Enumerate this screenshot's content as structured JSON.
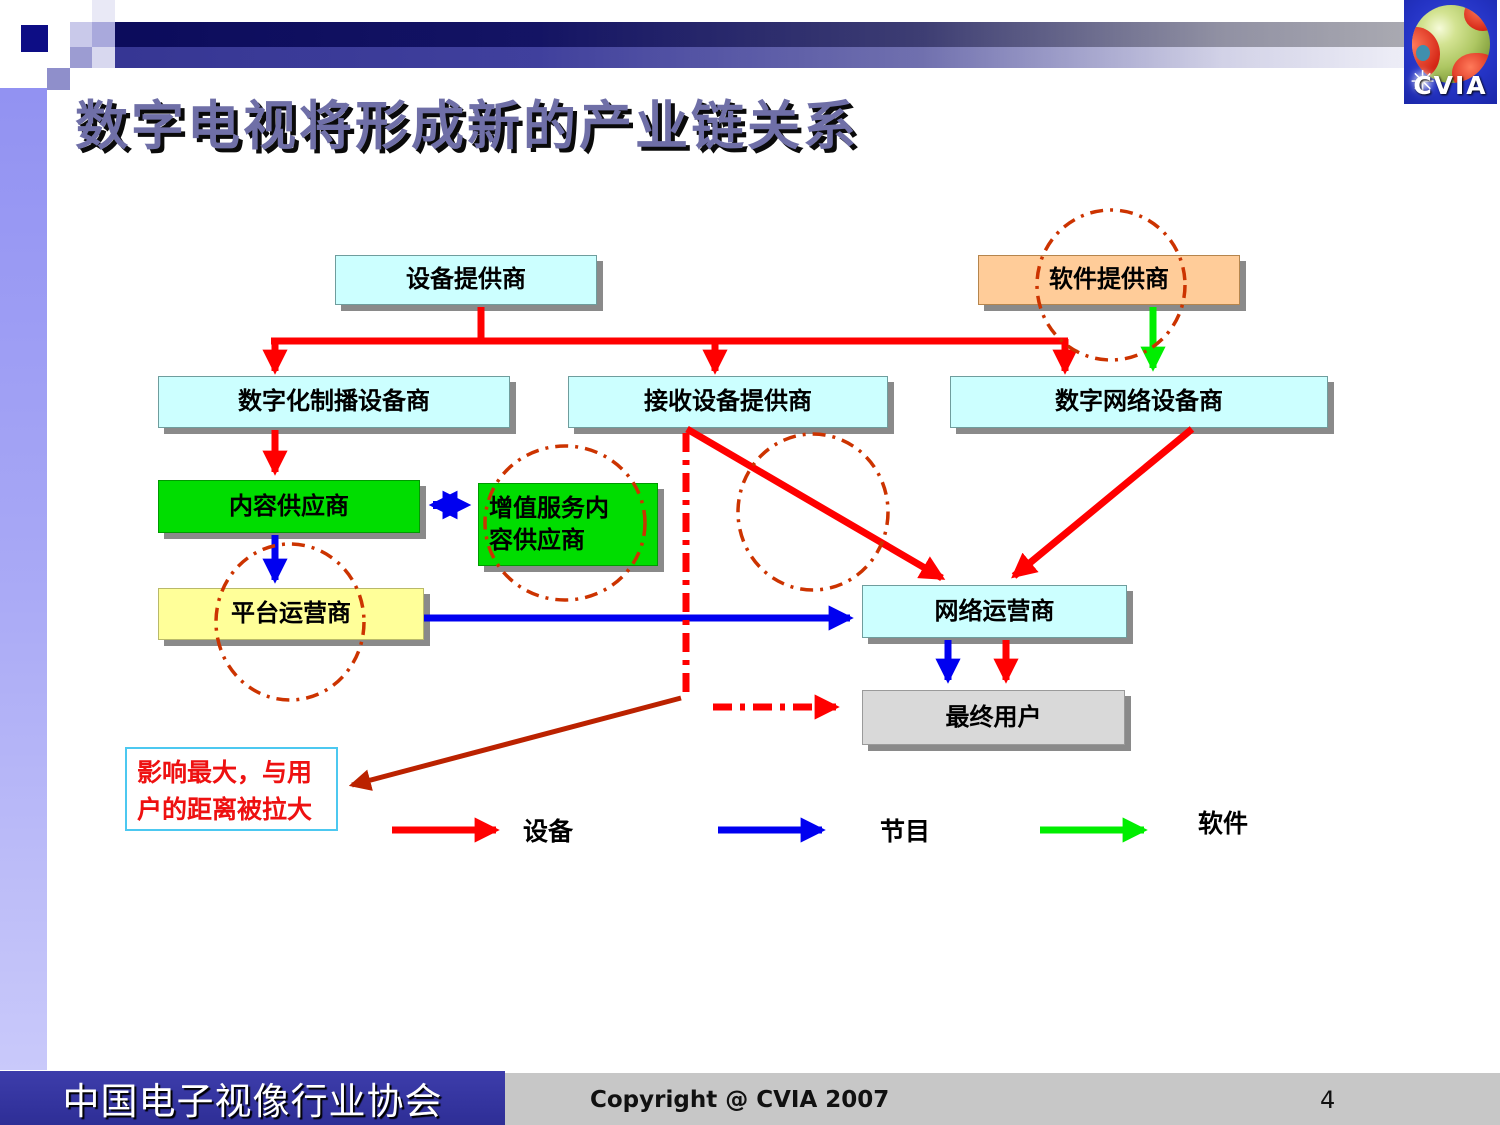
{
  "slide": {
    "title": "数字电视将形成新的产业链关系",
    "page_number": "4"
  },
  "logo": {
    "text": "CVIA"
  },
  "nodes": {
    "equipment_provider": "设备提供商",
    "software_provider": "软件提供商",
    "digital_production_equipment": "数字化制播设备商",
    "receiving_equipment_provider": "接收设备提供商",
    "digital_network_equipment": "数字网络设备商",
    "content_provider": "内容供应商",
    "value_added_content_line1": "增值服务内",
    "value_added_content_line2": "容供应商",
    "platform_operator": "平台运营商",
    "network_operator": "网络运营商",
    "end_user": "最终用户"
  },
  "annotation": {
    "line1": "影响最大，与用",
    "line2": "户的距离被拉大"
  },
  "legend": {
    "items": [
      {
        "label": "设备",
        "color": "#ff0000"
      },
      {
        "label": "节目",
        "color": "#0000ff"
      },
      {
        "label": "软件",
        "color": "#00ee00"
      }
    ]
  },
  "footer": {
    "organization": "中国电子视像行业协会",
    "copyright": "Copyright @ CVIA 2007"
  },
  "colors": {
    "arrow_red": "#ff0000",
    "arrow_blue": "#0000f0",
    "arrow_green": "#00ee00",
    "arrow_darkred": "#bb2200",
    "dash_circle": "#cc3300",
    "box_cyan": "#ccffff",
    "box_orange": "#ffcc99",
    "box_green": "#00dd00",
    "box_yellow": "#ffff99",
    "box_gray": "#d9d9d9",
    "annotation_border": "#4cc8f0",
    "annotation_text": "#ee1111",
    "title_text": "#6f6fa7"
  }
}
